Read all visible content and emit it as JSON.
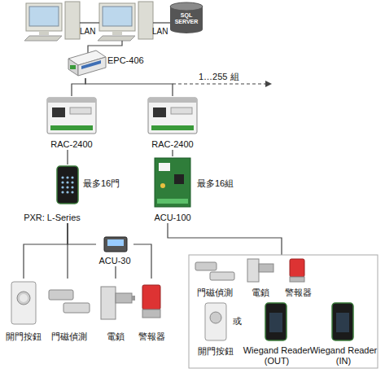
{
  "diagram": {
    "nodes": [
      {
        "text": [
          "SQL SERVER"
        ]
      },
      {
        "text": [
          "EPC-406"
        ]
      },
      {
        "text": [
          "RAC-2400"
        ]
      },
      {
        "text": [
          "RAC-2400"
        ]
      },
      {
        "text": [
          "PXR: L-Series"
        ]
      },
      {
        "text": [
          "ACU-100"
        ]
      },
      {
        "text": [
          "ACU-30"
        ]
      },
      {
        "text": [
          "開門按鈕"
        ]
      },
      {
        "text": [
          "門磁偵測"
        ]
      },
      {
        "text": [
          "電鎖"
        ]
      },
      {
        "text": [
          "警報器"
        ]
      },
      {
        "text": [
          "門磁偵測"
        ]
      },
      {
        "text": [
          "電鎖"
        ]
      },
      {
        "text": [
          "警報器"
        ]
      },
      {
        "text": [
          "開門按鈕"
        ]
      },
      {
        "text": [
          "Wiegand Reader (OUT)"
        ]
      },
      {
        "text": [
          "Wiegand Reader (IN)"
        ]
      }
    ],
    "edges": [
      {
        "from": 1,
        "to": 2,
        "arrow": "none"
      },
      {
        "from": 1,
        "to": 3,
        "arrow": "none"
      },
      {
        "from": 2,
        "to": 4,
        "arrow": "none"
      },
      {
        "from": 3,
        "to": 5,
        "arrow": "none"
      },
      {
        "from": 4,
        "to": 7,
        "arrow": "none"
      },
      {
        "from": 4,
        "to": 8,
        "arrow": "none"
      },
      {
        "from": 4,
        "to": 6,
        "arrow": "none"
      },
      {
        "from": 6,
        "to": 9,
        "arrow": "none"
      },
      {
        "from": 6,
        "to": 10,
        "arrow": "none"
      }
    ],
    "labels": [
      "LAN",
      "LAN",
      "1…255 組",
      "最多16門",
      "最多16組",
      "或"
    ]
  }
}
